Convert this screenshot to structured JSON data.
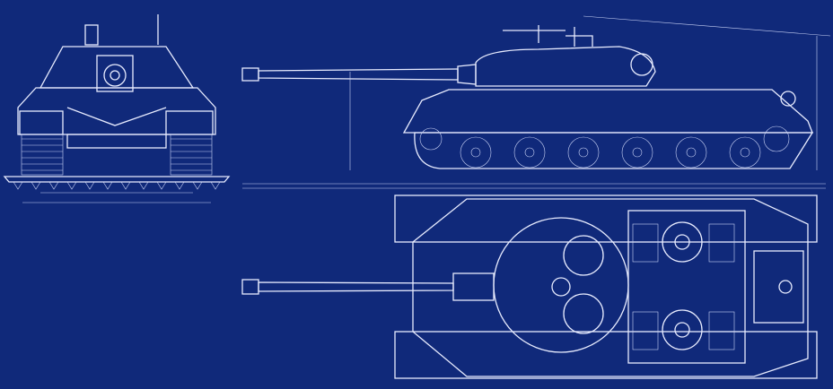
{
  "colors": {
    "background": "#10297a",
    "line": "#e8ecff",
    "thin_line": "#c9d2f5"
  },
  "views": [
    "front-view",
    "side-view",
    "top-view"
  ]
}
